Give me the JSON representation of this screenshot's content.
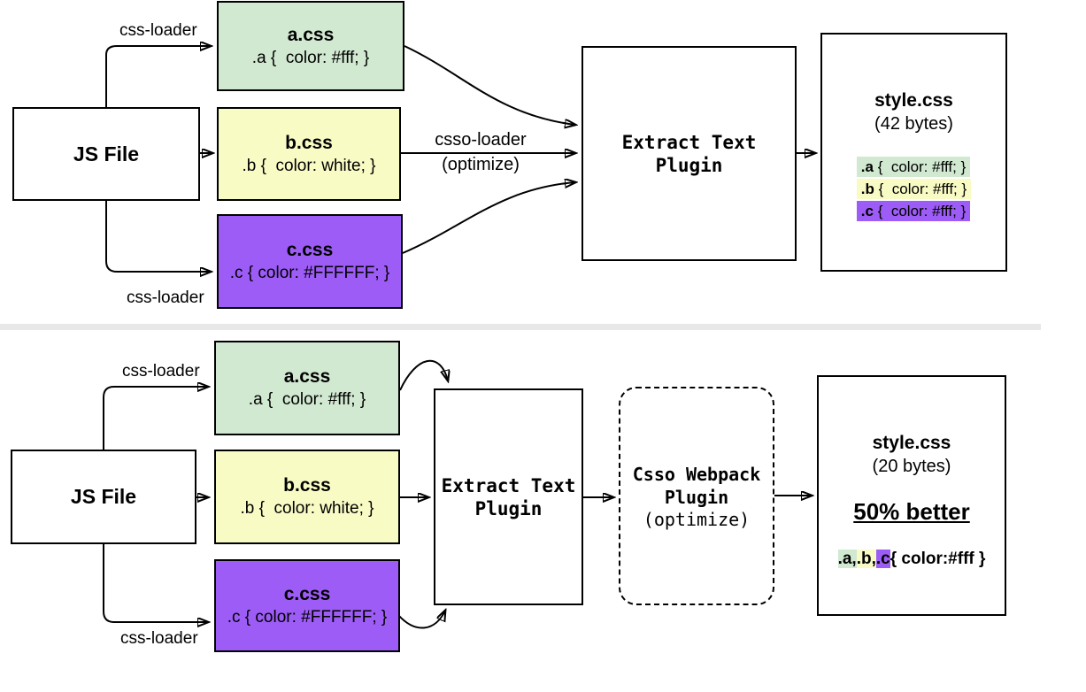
{
  "colors": {
    "green": "#d1e8d1",
    "yellow": "#f9fbc5",
    "purple": "#9c5cf5",
    "divider": "#e8e8e8",
    "line": "#000000"
  },
  "top": {
    "css_loader_top": "css-loader",
    "css_loader_bottom": "css-loader",
    "js_file": "JS File",
    "files": [
      {
        "name": "a.css",
        "code": ".a {  color: #fff; }",
        "bg": "#d1e8d1"
      },
      {
        "name": "b.css",
        "code": ".b {  color: white; }",
        "bg": "#f9fbc5"
      },
      {
        "name": "c.css",
        "code": ".c { color: #FFFFFF; }",
        "bg": "#9c5cf5"
      }
    ],
    "csso_loader_line1": "csso-loader",
    "csso_loader_line2": "(optimize)",
    "extract_line1": "Extract Text",
    "extract_line2": "Plugin",
    "output": {
      "title": "style.css",
      "size": "(42 bytes)",
      "rules": [
        {
          "selector": ".a",
          "rest": " {  color: #fff; }",
          "bg": "#d1e8d1"
        },
        {
          "selector": ".b",
          "rest": " {  color: #fff; }",
          "bg": "#f9fbc5"
        },
        {
          "selector": ".c",
          "rest": " {  color: #fff; }",
          "bg": "#9c5cf5"
        }
      ]
    }
  },
  "bottom": {
    "css_loader_top": "css-loader",
    "css_loader_bottom": "css-loader",
    "js_file": "JS File",
    "files": [
      {
        "name": "a.css",
        "code": ".a {  color: #fff; }",
        "bg": "#d1e8d1"
      },
      {
        "name": "b.css",
        "code": ".b {  color: white; }",
        "bg": "#f9fbc5"
      },
      {
        "name": "c.css",
        "code": ".c { color: #FFFFFF; }",
        "bg": "#9c5cf5"
      }
    ],
    "extract_line1": "Extract Text",
    "extract_line2": "Plugin",
    "csso_plugin_line1": "Csso Webpack",
    "csso_plugin_line2": "Plugin",
    "csso_plugin_line3": "(optimize)",
    "output": {
      "title": "style.css",
      "size": "(20 bytes)",
      "improvement": "50% better",
      "rule_parts": [
        {
          "text": ".a,",
          "bg": "#d1e8d1"
        },
        {
          "text": ".b,",
          "bg": "#f9fbc5"
        },
        {
          "text": ".c",
          "bg": "#9c5cf5"
        },
        {
          "text": "{ color:#fff }",
          "bg": ""
        }
      ]
    }
  }
}
